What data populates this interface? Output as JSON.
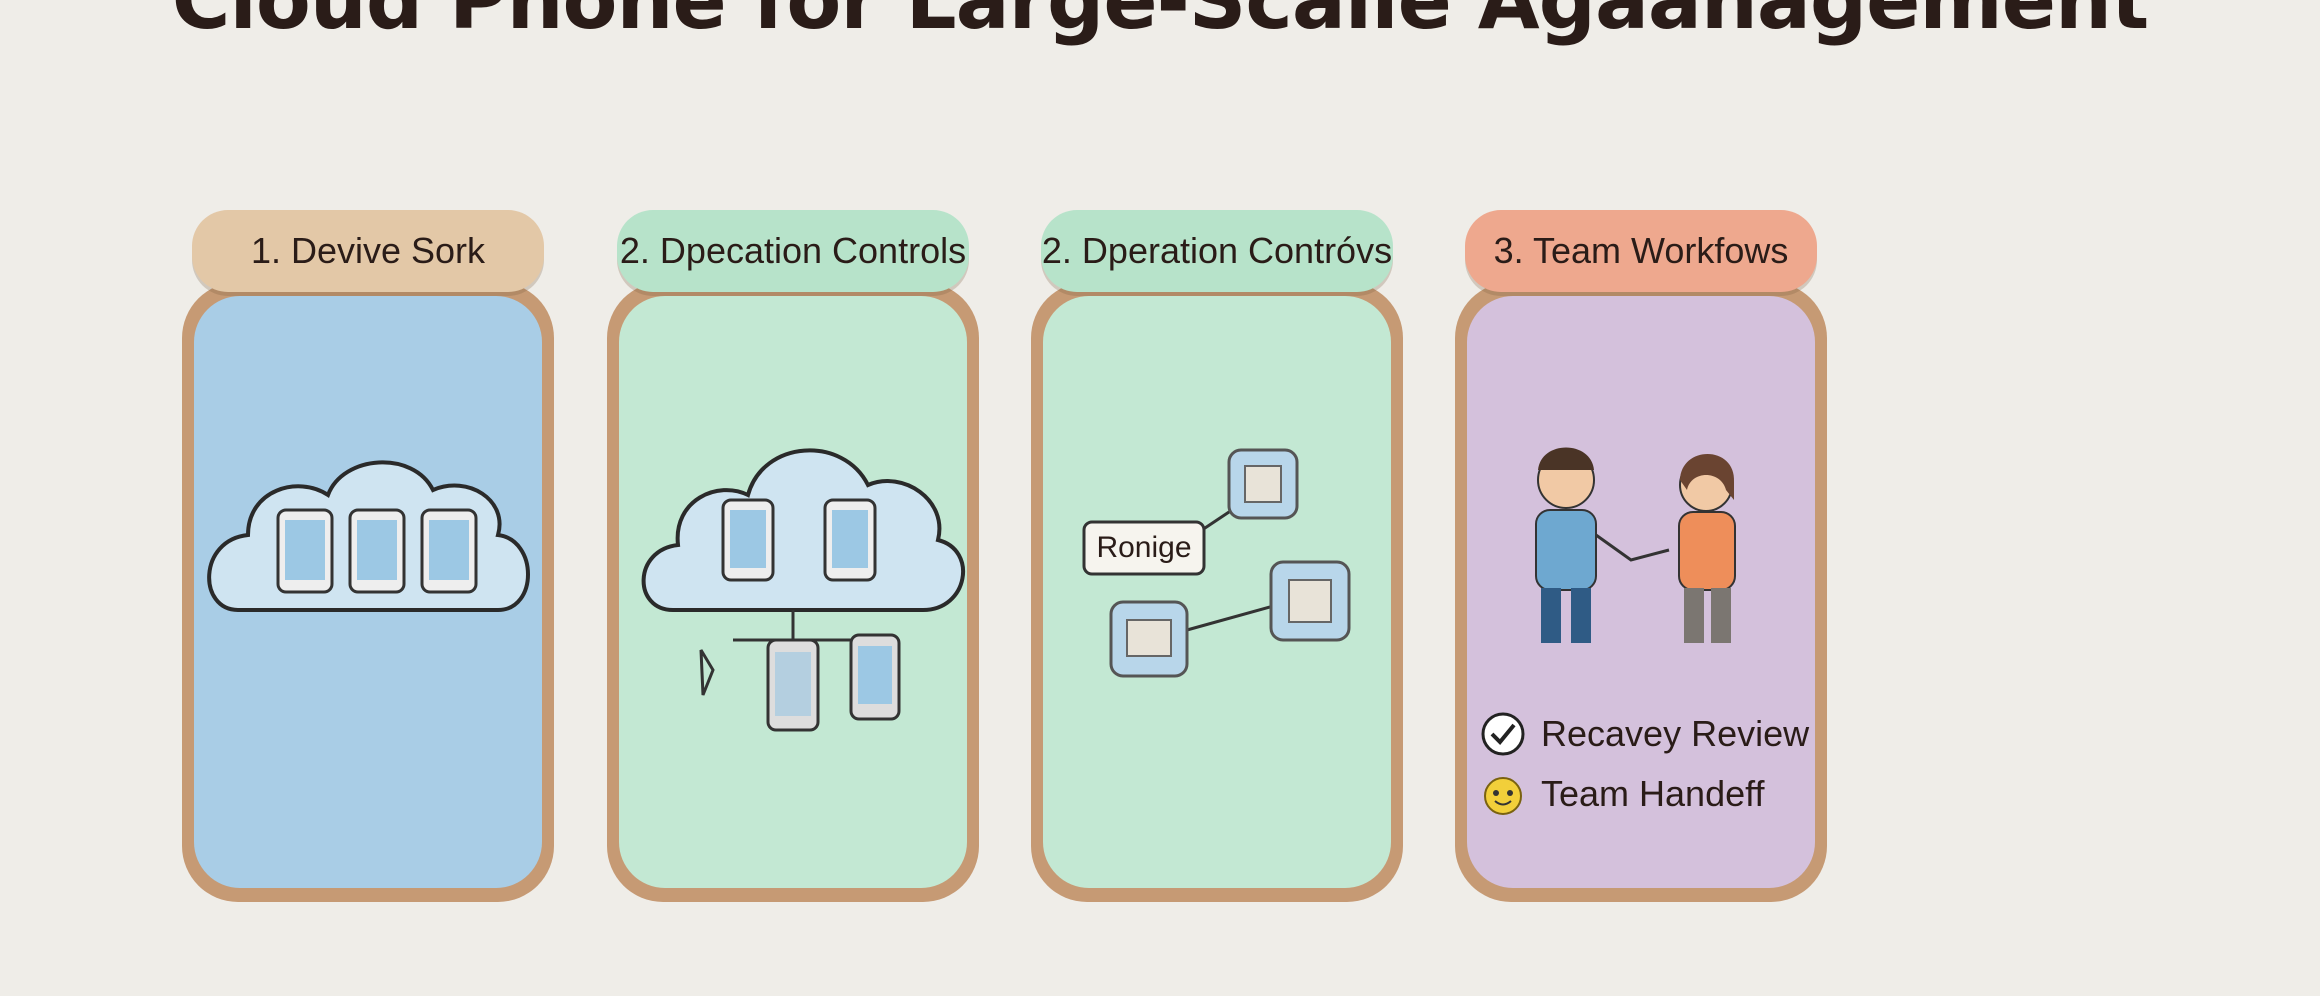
{
  "title": "Cloud Phone for Large-Scalle Agaanagement",
  "jars": [
    {
      "label": "1. Devive Sork"
    },
    {
      "label": "2. Dpecation Controls"
    },
    {
      "label": "2. Dperation Contróvs",
      "tag": "Ronige"
    },
    {
      "label": "3. Team Workfows",
      "items": [
        {
          "icon": "checkmark-icon",
          "text": "Recavey Review"
        },
        {
          "icon": "smiley-face-icon",
          "text": "Team Handeff"
        }
      ]
    }
  ],
  "colors": {
    "jar_rim": "#c69a74",
    "jar1_fill": "#a9cde6",
    "jar2_fill": "#c3e8d3",
    "jar4_fill": "#d4c1dc",
    "label1": "#e3c8a7",
    "label2": "#b7e3ca",
    "label4": "#eea88e"
  }
}
